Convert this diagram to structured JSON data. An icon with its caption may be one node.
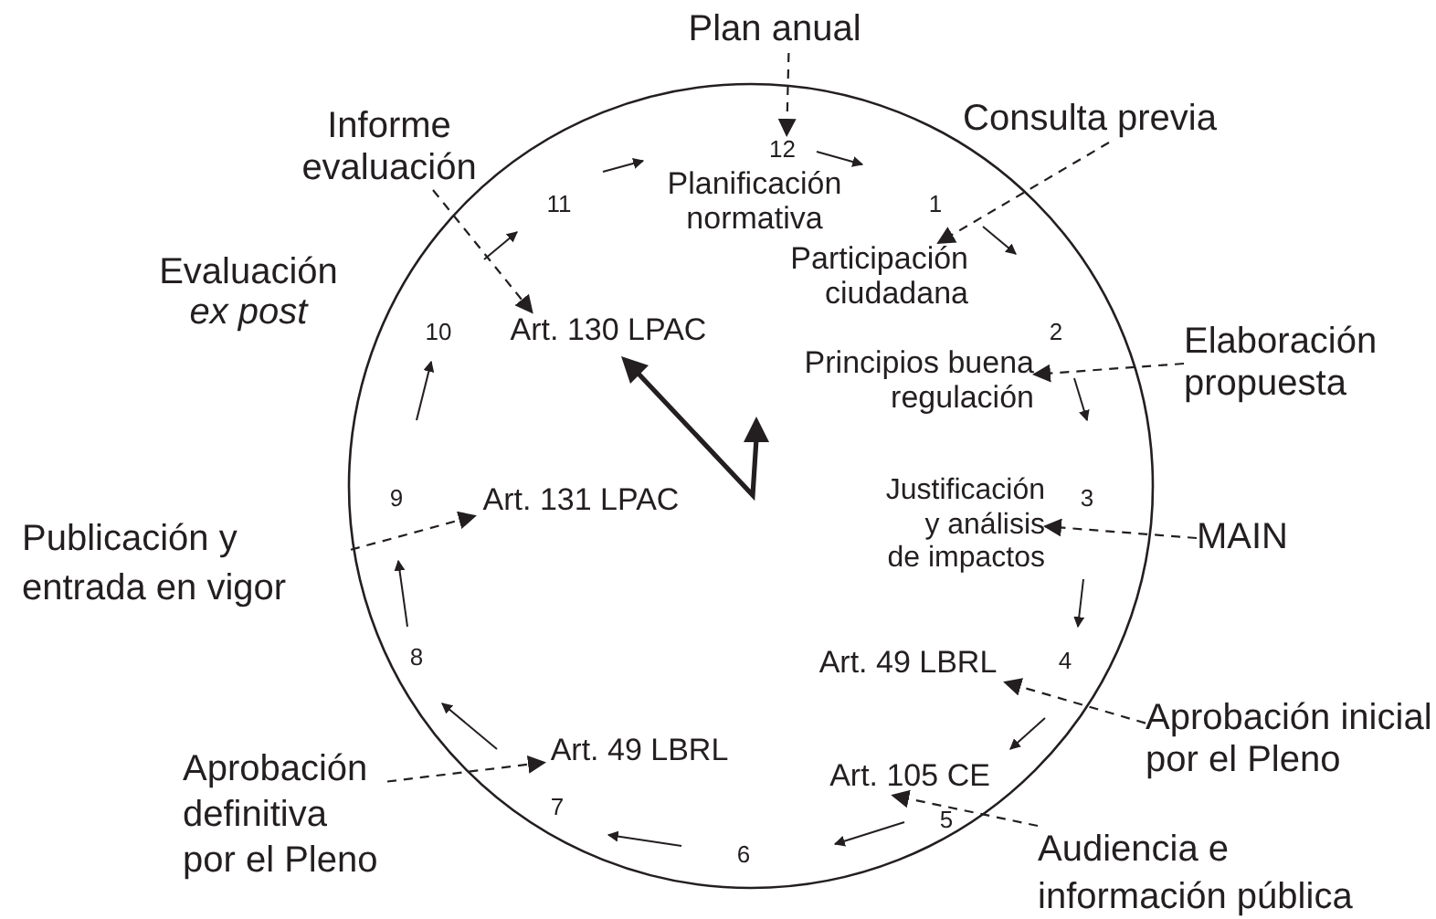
{
  "diagram": {
    "nodes": [
      {
        "text": [
          "Plan anual"
        ]
      },
      {
        "text": [
          "Planificación normativa"
        ],
        "beside": [
          "12"
        ]
      },
      {
        "text": [
          "Consulta previa"
        ]
      },
      {
        "text": [
          "Participación ciudadana"
        ]
      },
      {
        "text": [
          "Elaboración propuesta"
        ]
      },
      {
        "text": [
          "Principios buena regulación"
        ]
      },
      {
        "text": [
          "MAIN"
        ]
      },
      {
        "text": [
          "Justificación y análisis de impactos"
        ]
      },
      {
        "text": [
          "Aprobación inicial por el Pleno"
        ]
      },
      {
        "text": [
          "Art. 49 LBRL"
        ]
      },
      {
        "text": [
          "Audiencia e información pública"
        ]
      },
      {
        "text": [
          "Art. 105 CE"
        ]
      },
      {
        "text": [
          "Aprobación definitiva por el Pleno"
        ]
      },
      {
        "text": [
          "Art. 49 LBRL"
        ]
      },
      {
        "text": [
          "Publicación y entrada en vigor"
        ]
      },
      {
        "text": [
          "Art. 131 LPAC"
        ]
      },
      {
        "text": [
          "Informe evaluación"
        ]
      },
      {
        "text": [
          "Art. 130 LPAC"
        ]
      }
    ],
    "edges": [
      {
        "from": 0,
        "to": 1,
        "arrow": "to",
        "style": "dashed"
      },
      {
        "from": 2,
        "to": 3,
        "arrow": "to",
        "style": "dashed"
      },
      {
        "from": 4,
        "to": 5,
        "arrow": "to",
        "style": "dashed"
      },
      {
        "from": 6,
        "to": 7,
        "arrow": "to",
        "style": "dashed"
      },
      {
        "from": 8,
        "to": 9,
        "arrow": "to",
        "style": "dashed"
      },
      {
        "from": 10,
        "to": 11,
        "arrow": "to",
        "style": "dashed"
      },
      {
        "from": 12,
        "to": 13,
        "arrow": "to",
        "style": "dashed"
      },
      {
        "from": 14,
        "to": 15,
        "arrow": "to",
        "style": "dashed"
      },
      {
        "from": 16,
        "to": 17,
        "arrow": "to",
        "style": "dashed"
      }
    ],
    "labels": [
      "11",
      "1",
      "Evaluación *ex post*",
      "10",
      "2",
      "3",
      "9",
      "4",
      "8",
      "7",
      "5",
      "6"
    ]
  }
}
